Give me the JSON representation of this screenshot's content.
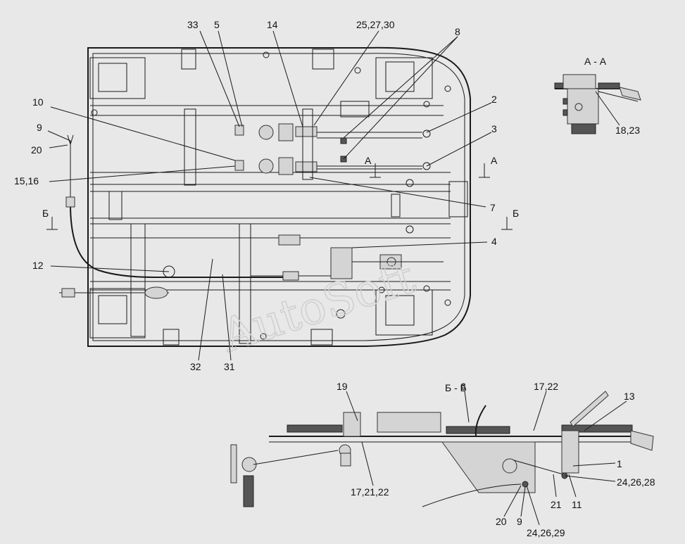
{
  "section_titles": {
    "aa": "А - А",
    "bb": "Б - Б"
  },
  "section_marks": {
    "a_left": "А",
    "a_right": "А",
    "b_left": "Б",
    "b_right": "Б"
  },
  "callouts": {
    "c33": "33",
    "c5": "5",
    "c14": "14",
    "c25_27_30": "25,27,30",
    "c8": "8",
    "c10": "10",
    "c9": "9",
    "c20": "20",
    "c15_16": "15,16",
    "c2": "2",
    "c3": "3",
    "c7": "7",
    "c4": "4",
    "c12": "12",
    "c32": "32",
    "c31": "31",
    "c18_23": "18,23",
    "c19": "19",
    "c6": "6",
    "c17_22": "17,22",
    "c13": "13",
    "c1": "1",
    "c24_26_28": "24,26,28",
    "c17_21_22": "17,21,22",
    "c21": "21",
    "c11": "11",
    "c20b": "20",
    "c9b": "9",
    "c24_26_29": "24,26,29"
  },
  "watermark": "AutoSoft"
}
